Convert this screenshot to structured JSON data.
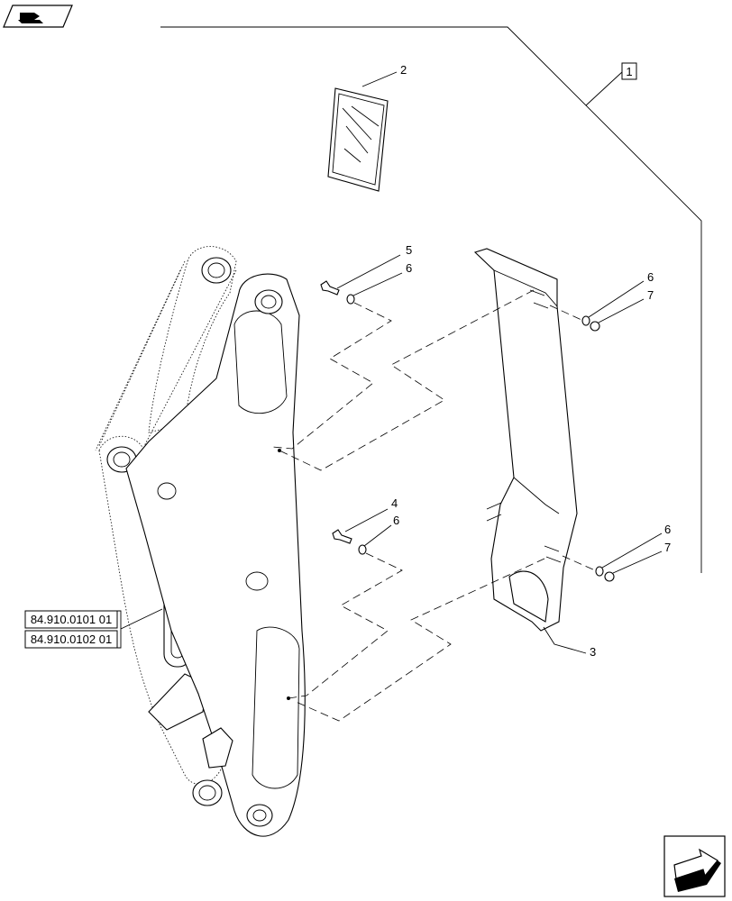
{
  "group_label": "1",
  "callouts": [
    "2",
    "5",
    "6",
    "6",
    "7",
    "4",
    "6",
    "6",
    "7",
    "3"
  ],
  "references": [
    "84.910.0101 01",
    "84.910.0102 01"
  ],
  "icons": {
    "top_left": "book-arrow-icon",
    "bottom_right": "next-page-arrow-icon"
  }
}
